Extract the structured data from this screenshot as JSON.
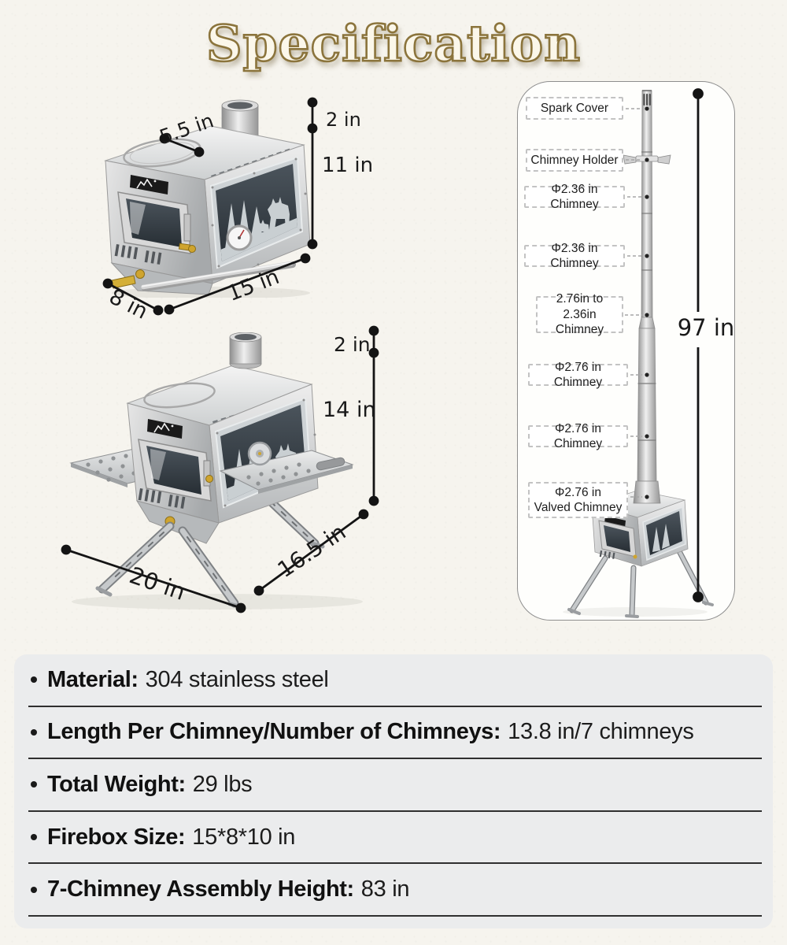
{
  "title": "Specification",
  "stove_top_view": {
    "dim_top_plate": "5.5 in",
    "dim_collar_height": "2 in",
    "dim_body_height": "11 in",
    "dim_length": "15 in",
    "dim_depth": "8 in"
  },
  "stove_leg_view": {
    "dim_collar_height": "2 in",
    "dim_body_height": "14 in",
    "dim_depth": "16.5 in",
    "dim_length": "20 in"
  },
  "chimney_panel": {
    "labels": [
      "Spark Cover",
      "Chimney Holder",
      "Φ2.36 in Chimney",
      "Φ2.36 in Chimney",
      "2.76in to\n2.36in Chimney",
      "Φ2.76 in Chimney",
      "Φ2.76 in Chimney",
      "Φ2.76 in\nValved Chimney"
    ],
    "total_height": "97 in"
  },
  "specs": [
    {
      "label": "Material:",
      "value": "304 stainless steel"
    },
    {
      "label": "Length Per Chimney/Number of Chimneys:",
      "value": "13.8 in/7 chimneys"
    },
    {
      "label": "Total Weight:",
      "value": "29 lbs"
    },
    {
      "label": "Firebox Size:",
      "value": "15*8*10 in"
    },
    {
      "label": "7-Chimney Assembly Height:",
      "value": "83 in"
    }
  ],
  "colors": {
    "title_fill": "#fbf7ea",
    "title_outline": "#8b743c",
    "dimension_line": "#141414",
    "brass_accent": "#cfa42e",
    "panel_background": "#ebeced",
    "steel_light": "#ededed",
    "steel_dark": "#a6a9ab"
  }
}
